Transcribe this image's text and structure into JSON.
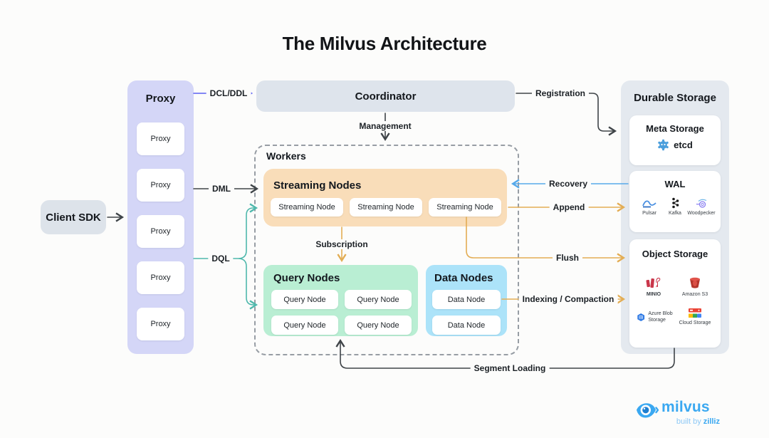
{
  "title": "The Milvus Architecture",
  "client_sdk": {
    "label": "Client SDK"
  },
  "proxy": {
    "header": "Proxy",
    "nodes": [
      "Proxy",
      "Proxy",
      "Proxy",
      "Proxy",
      "Proxy"
    ]
  },
  "coordinator": {
    "label": "Coordinator"
  },
  "workers": {
    "label": "Workers",
    "streaming": {
      "title": "Streaming Nodes",
      "nodes": [
        "Streaming Node",
        "Streaming Node",
        "Streaming Node"
      ]
    },
    "query": {
      "title": "Query Nodes",
      "nodes": [
        "Query Node",
        "Query Node",
        "Query Node",
        "Query Node"
      ]
    },
    "data": {
      "title": "Data Nodes",
      "nodes": [
        "Data Node",
        "Data Node"
      ]
    }
  },
  "durable_storage": {
    "header": "Durable Storage",
    "meta": {
      "title": "Meta Storage",
      "tech": "etcd"
    },
    "wal": {
      "title": "WAL",
      "techs": [
        "Pulsar",
        "Kafka",
        "Woodpecker"
      ]
    },
    "object": {
      "title": "Object Storage",
      "techs": [
        "MINIO",
        "Amazon S3",
        "Azure Blob Storage",
        "Cloud Storage"
      ]
    }
  },
  "edges": {
    "dcl_ddl": "DCL/DDL",
    "dml": "DML",
    "dql": "DQL",
    "management": "Management",
    "registration": "Registration",
    "recovery": "Recovery",
    "append": "Append",
    "subscription": "Subscription",
    "flush": "Flush",
    "indexing_compaction": "Indexing / Compaction",
    "segment_loading": "Segment Loading"
  },
  "logo": {
    "brand": "milvus",
    "tagline_prefix": "built by",
    "tagline_brand": "zilliz"
  },
  "colors": {
    "proxy_fill": "#d4d6f7",
    "panel_fill": "#dee4ec",
    "storage_fill": "#e4e9ef",
    "streaming_fill": "#f9ddb9",
    "query_fill": "#b9eed3",
    "data_fill": "#ace3f9",
    "arrow_dark": "#3f4448",
    "arrow_indigo": "#5b5ff2",
    "arrow_teal": "#4fb8ac",
    "arrow_blue": "#56a9ea",
    "arrow_orange": "#e3ad54",
    "brand_blue": "#3aa8f1"
  }
}
